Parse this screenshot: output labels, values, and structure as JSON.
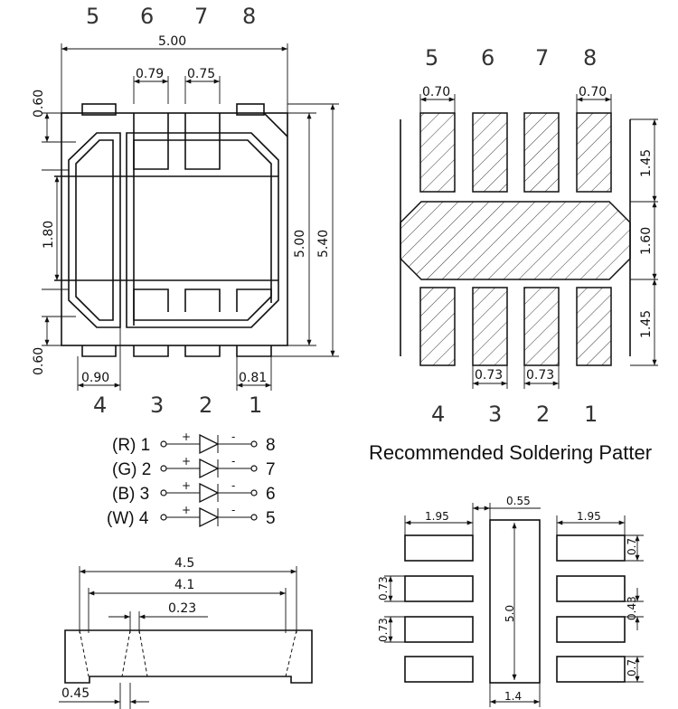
{
  "top_view": {
    "pins_top": [
      "5",
      "6",
      "7",
      "8"
    ],
    "pins_bottom": [
      "4",
      "3",
      "2",
      "1"
    ],
    "dims": {
      "width": "5.00",
      "pad_w1": "0.79",
      "pad_w2": "0.75",
      "left_top": "0.60",
      "left_mid": "1.80",
      "left_bot": "0.60",
      "height_inner": "5.00",
      "height_outer": "5.40",
      "bot_left": "0.90",
      "bot_right": "0.81"
    }
  },
  "pad_view": {
    "pins_top": [
      "5",
      "6",
      "7",
      "8"
    ],
    "pins_bottom": [
      "4",
      "3",
      "2",
      "1"
    ],
    "dims": {
      "top_left": "0.70",
      "top_right": "0.70",
      "r1": "1.45",
      "r2": "1.60",
      "r3": "1.45",
      "b1": "0.73",
      "b2": "0.73"
    }
  },
  "circuit": {
    "rows": [
      {
        "label": "(R) 1",
        "right": "8"
      },
      {
        "label": "(G) 2",
        "right": "7"
      },
      {
        "label": "(B) 3",
        "right": "6"
      },
      {
        "label": "(W) 4",
        "right": "5"
      }
    ],
    "plus": "+",
    "minus": "-"
  },
  "soldering": {
    "title": "Recommended Soldering Patter",
    "dims": {
      "left_w": "1.95",
      "gap": "0.55",
      "right_w": "1.95",
      "r_top": "0.7",
      "l1": "0.73",
      "height": "5.0",
      "r_mid": "0.43",
      "l2": "0.73",
      "r_bot": "0.7",
      "bottom": "1.4"
    }
  },
  "side_view": {
    "dims": {
      "d1": "4.5",
      "d2": "4.1",
      "d3": "0.23",
      "d4": "0.45"
    }
  }
}
